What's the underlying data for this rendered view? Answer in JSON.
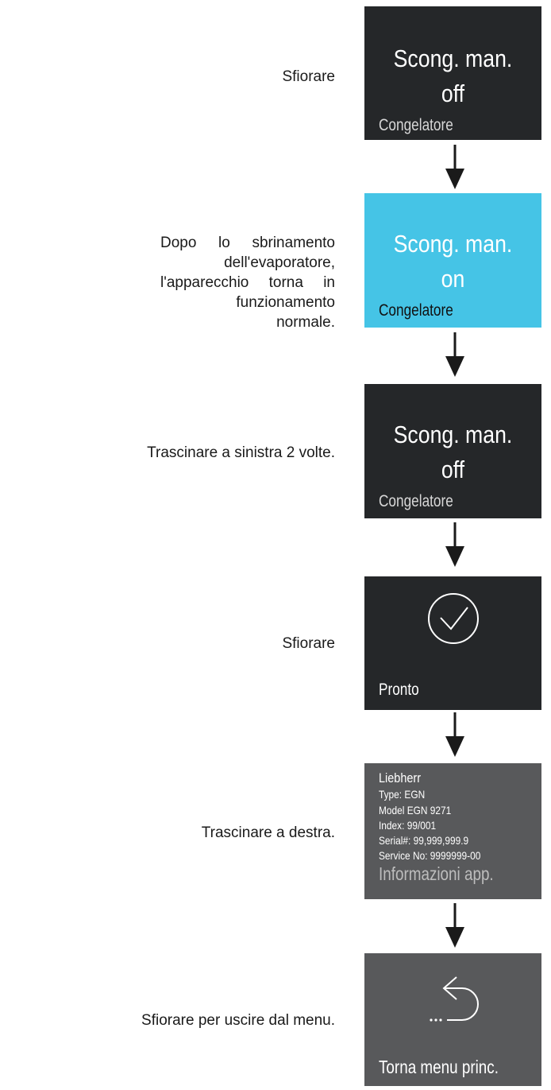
{
  "steps": [
    {
      "instruction": "Sfiorare",
      "panel": {
        "title_line1": "Scong. man.",
        "title_line2": "off",
        "caption": "Congelatore"
      }
    },
    {
      "instruction_lines": [
        "Dopo lo sbrinamento dell'evaporatore,",
        "l'apparecchio torna in funzionamento",
        "normale."
      ],
      "panel": {
        "title_line1": "Scong. man.",
        "title_line2": "on",
        "caption": "Congelatore"
      }
    },
    {
      "instruction": "Trascinare a sinistra 2 volte.",
      "panel": {
        "title_line1": "Scong. man.",
        "title_line2": "off",
        "caption": "Congelatore"
      }
    },
    {
      "instruction": "Sfiorare",
      "panel": {
        "icon": "checkmark-circle-icon",
        "caption": "Pronto"
      }
    },
    {
      "instruction": "Trascinare a destra.",
      "panel": {
        "brand": "Liebherr",
        "type": "Type: EGN",
        "model": "Model EGN 9271",
        "index": "Index: 99/001",
        "serial": "Serial#: 99,999,999.9",
        "service": "Service No: 9999999-00",
        "caption": "Informazioni app."
      }
    },
    {
      "instruction": "Sfiorare per uscire dal menu.",
      "panel": {
        "icon": "back-arrow-icon",
        "caption": "Torna menu princ."
      }
    }
  ],
  "colors": {
    "dark_panel": "#252729",
    "active_panel": "#45c4e6",
    "info_panel": "#58595b",
    "arrow": "#1a1a1a"
  }
}
